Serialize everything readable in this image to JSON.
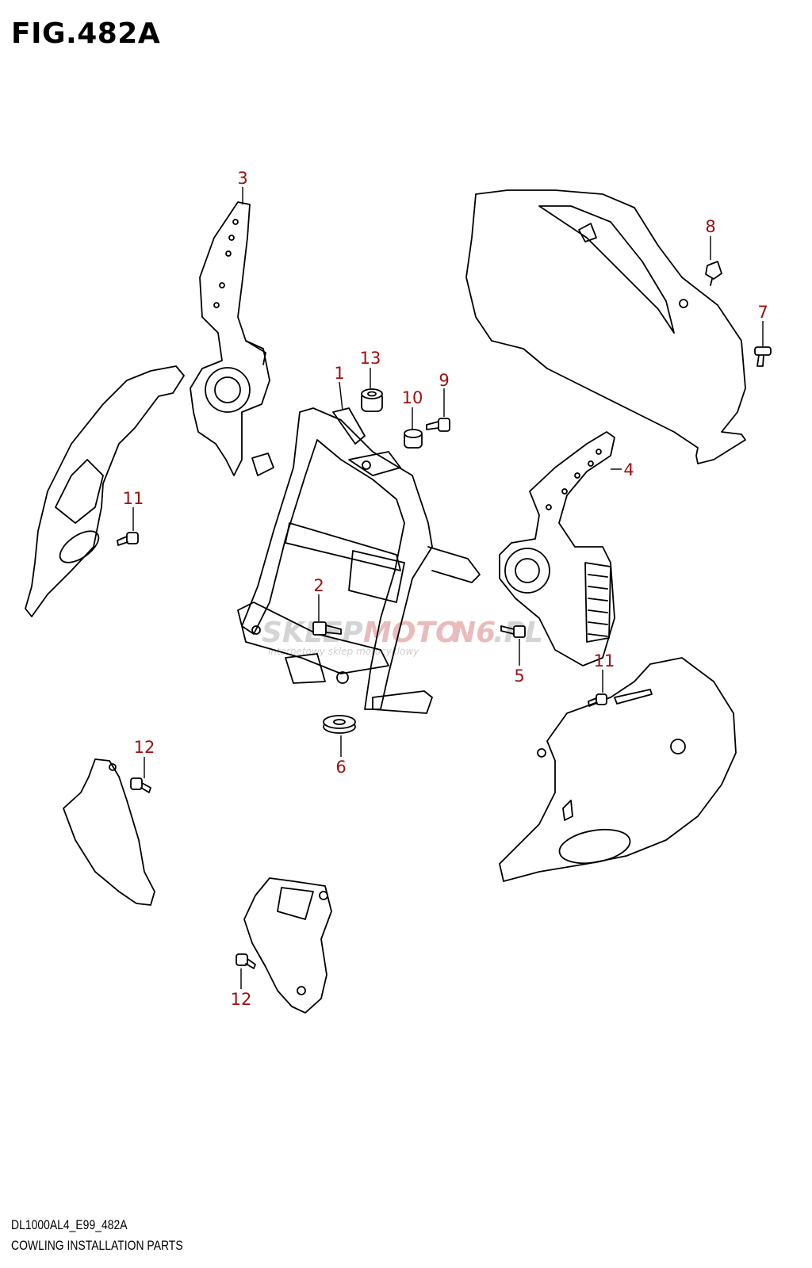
{
  "figure": {
    "title": "FIG.482A",
    "model_code": "DL1000AL4_E99_482A",
    "caption": "COWLING INSTALLATION PARTS"
  },
  "callouts": [
    {
      "id": "1",
      "label": "1"
    },
    {
      "id": "2",
      "label": "2"
    },
    {
      "id": "3",
      "label": "3"
    },
    {
      "id": "4",
      "label": "4"
    },
    {
      "id": "5",
      "label": "5"
    },
    {
      "id": "6",
      "label": "6"
    },
    {
      "id": "7",
      "label": "7"
    },
    {
      "id": "8",
      "label": "8"
    },
    {
      "id": "9",
      "label": "9"
    },
    {
      "id": "10",
      "label": "10"
    },
    {
      "id": "11a",
      "label": "11"
    },
    {
      "id": "11b",
      "label": "11"
    },
    {
      "id": "12a",
      "label": "12"
    },
    {
      "id": "12b",
      "label": "12"
    },
    {
      "id": "13",
      "label": "13"
    }
  ],
  "watermark": {
    "part1": "SKLEP",
    "part2": "MOTO",
    "part3": "N6",
    "part4": ".PL",
    "subtitle": "internetowy sklep motocyklowy"
  },
  "colors": {
    "callout": "#a01010",
    "line": "#000000",
    "watermark_gray": "#c9c9c9",
    "watermark_red": "#e8b4b4"
  }
}
